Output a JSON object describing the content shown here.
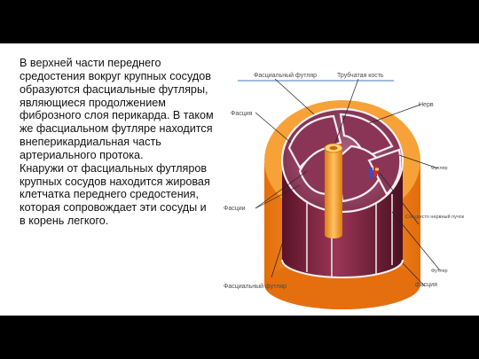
{
  "slide": {
    "body_text": "В верхней части переднего средостения вокруг крупных сосудов\nобразуются фасциальные футляры, являющиеся продолжением фиброзного слоя перикарда. В таком же фасциальном футляре находится внеперикардиальная часть артериального протока.\nКнаружи от фасциальных футляров крупных сосудов находится жировая клетчатка переднего средостения, которая сопровождает эти сосуды и в корень легкого."
  },
  "figure": {
    "labels": {
      "fascial_sheath_top": "Фасциальный футляр",
      "tubular_bone": "Трубчатая кость",
      "fascia_left": "Фасция",
      "nerve": "Нерв",
      "sheath_right": "Футляр",
      "fasciae_left": "Фасции",
      "neurovascular_bundle": "Сосудисто нервный пучок",
      "sheath_lower_right": "Футляр",
      "fascial_sheath_bottom": "Фасциальный футляр",
      "fascia_bottom": "фасция"
    },
    "colors": {
      "fat_outer": "#f28a1a",
      "fat_top": "#f7a238",
      "fascia_line": "#f4eef0",
      "muscle": "#7a1f3a",
      "muscle_dark": "#4b0f22",
      "muscle_top": "#9c4d6a",
      "bone": "#f39b22",
      "vessel_red": "#d62828",
      "vessel_blue": "#2c52c8",
      "heading_line": "#7ea6d8"
    }
  }
}
